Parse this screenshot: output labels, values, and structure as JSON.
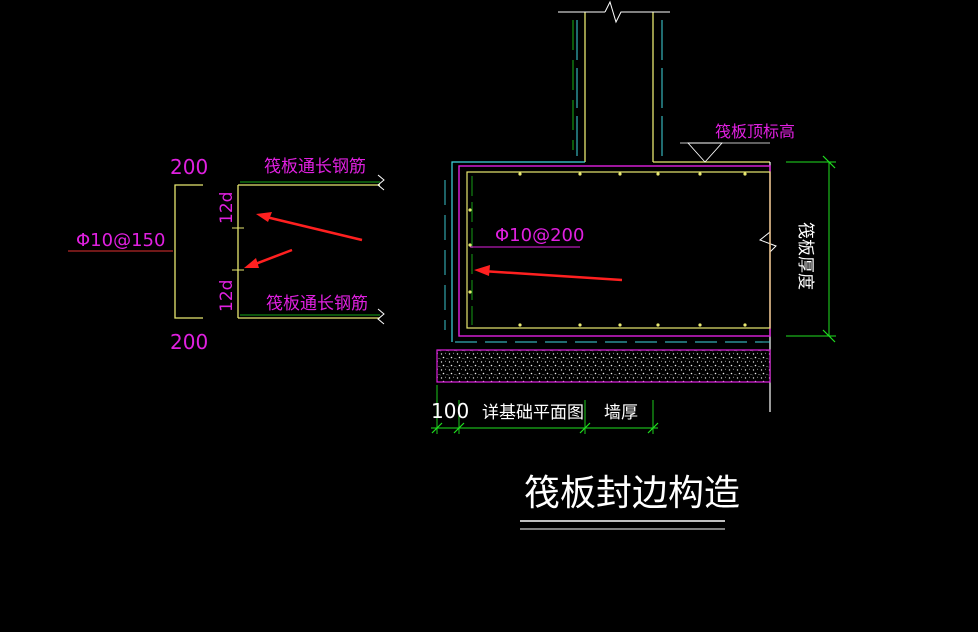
{
  "colors": {
    "background": "#000000",
    "magenta": "#e020e0",
    "yellow": "#e8e870",
    "cyan": "#40d8e0",
    "green": "#20e020",
    "white": "#ffffff",
    "red_arrow": "#ff2020"
  },
  "left_detail": {
    "dim_top": "200",
    "dim_bottom": "200",
    "top_bar_label": "筏板通长钢筋",
    "bottom_bar_label": "筏板通长钢筋",
    "lap_top": "12d",
    "lap_bottom": "12d",
    "stirrup_label": "Φ10@150"
  },
  "right_detail": {
    "top_elevation_label": "筏板顶标高",
    "rebar_label": "Φ10@200",
    "thickness_label": "筏板厚度",
    "dim_offset": "100",
    "foundation_ref": "详基础平面图",
    "wall_thickness": "墙厚"
  },
  "title": "筏板封边构造"
}
